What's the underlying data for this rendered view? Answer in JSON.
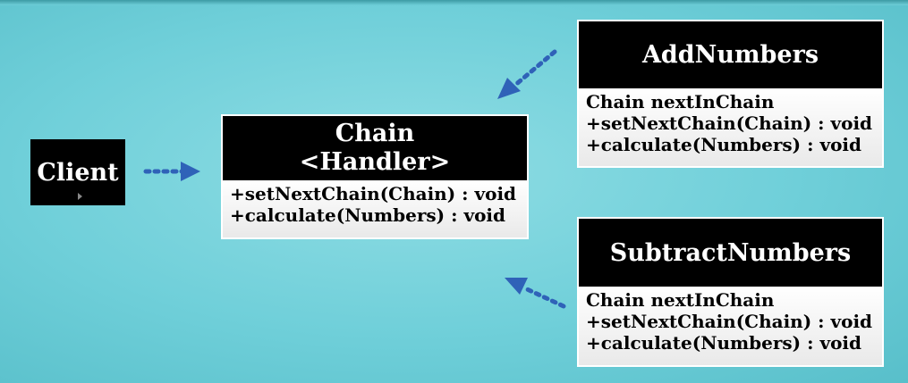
{
  "diagram": {
    "client": {
      "label": "Client"
    },
    "chain": {
      "title_line1": "Chain",
      "title_line2": "<Handler>",
      "methods": [
        "+setNextChain(Chain) : void",
        "+calculate(Numbers) : void"
      ]
    },
    "add_numbers": {
      "title": "AddNumbers",
      "members": [
        "Chain nextInChain",
        "+setNextChain(Chain) : void",
        "+calculate(Numbers) : void"
      ]
    },
    "subtract_numbers": {
      "title": "SubtractNumbers",
      "members": [
        "Chain nextInChain",
        "+setNextChain(Chain) : void",
        "+calculate(Numbers) : void"
      ]
    },
    "colors": {
      "arrow": "#2f62b8",
      "box_header": "#000000",
      "box_body": "#ffffff",
      "background": "#7fd6de"
    }
  }
}
